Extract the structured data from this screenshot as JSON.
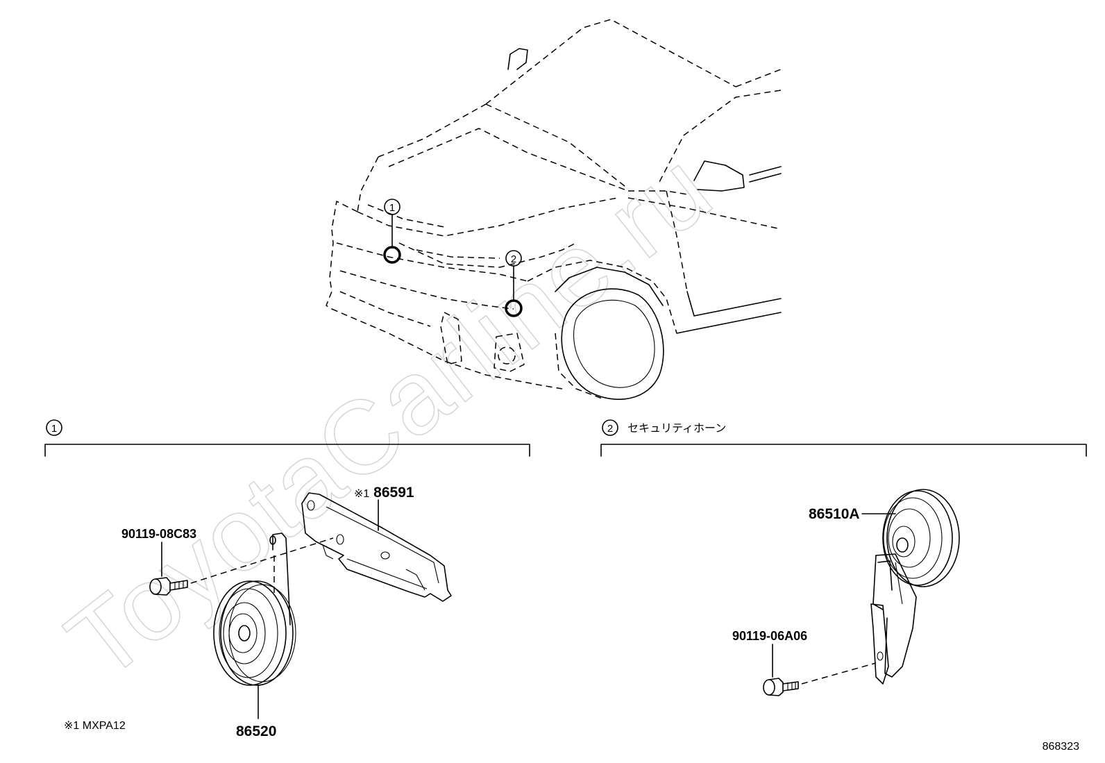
{
  "watermark": "ToyotaCarline.ru",
  "callouts": {
    "one": "1",
    "two": "2"
  },
  "sections": [
    {
      "number": "1",
      "title": ""
    },
    {
      "number": "2",
      "title": "セキュリティホーン"
    }
  ],
  "parts": {
    "bracket": {
      "prefix": "※1",
      "number": "86591"
    },
    "bolt_left": "90119-08C83",
    "horn_left": "86520",
    "horn_right": "86510A",
    "bolt_right": "90119-06A06"
  },
  "footnote": {
    "mark": "※1",
    "text": "MXPA12"
  },
  "figure_id": "868323"
}
